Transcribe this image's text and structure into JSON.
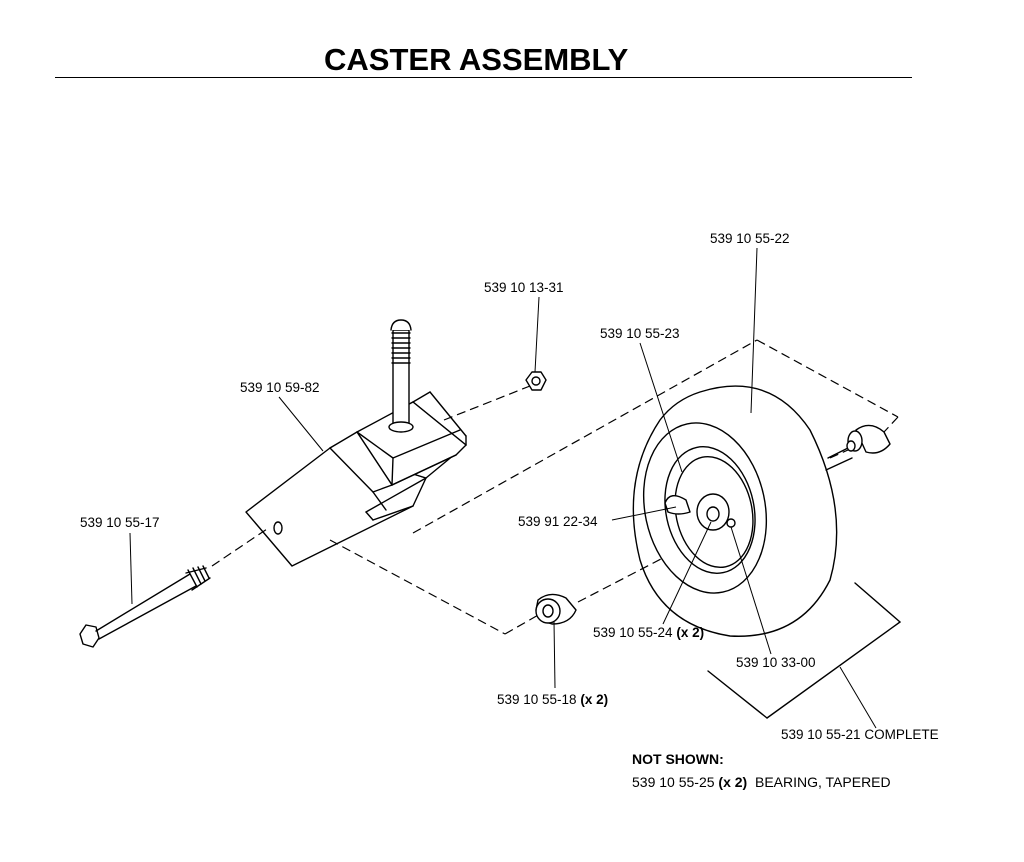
{
  "title": "CASTER ASSEMBLY",
  "parts": {
    "wheel_tire": "539 10 55-22",
    "nut": "539 10 13-31",
    "wheel_rim": "539 10 55-23",
    "caster_yoke": "539 10 59-82",
    "bolt": "539 10 55-17",
    "grease_fitting": "539 91 22-34",
    "bearing_cup_pn": "539 10 55-24",
    "bearing_cup_qty": "(x 2)",
    "fitting": "539 10 33-00",
    "spacer_pn": "539 10 55-18",
    "spacer_qty": "(x 2)",
    "complete": "539 10 55-21 COMPLETE"
  },
  "not_shown": {
    "heading": "NOT SHOWN:",
    "pn": "539 10 55-25",
    "qty": "(x 2)",
    "desc": "BEARING, TAPERED"
  }
}
